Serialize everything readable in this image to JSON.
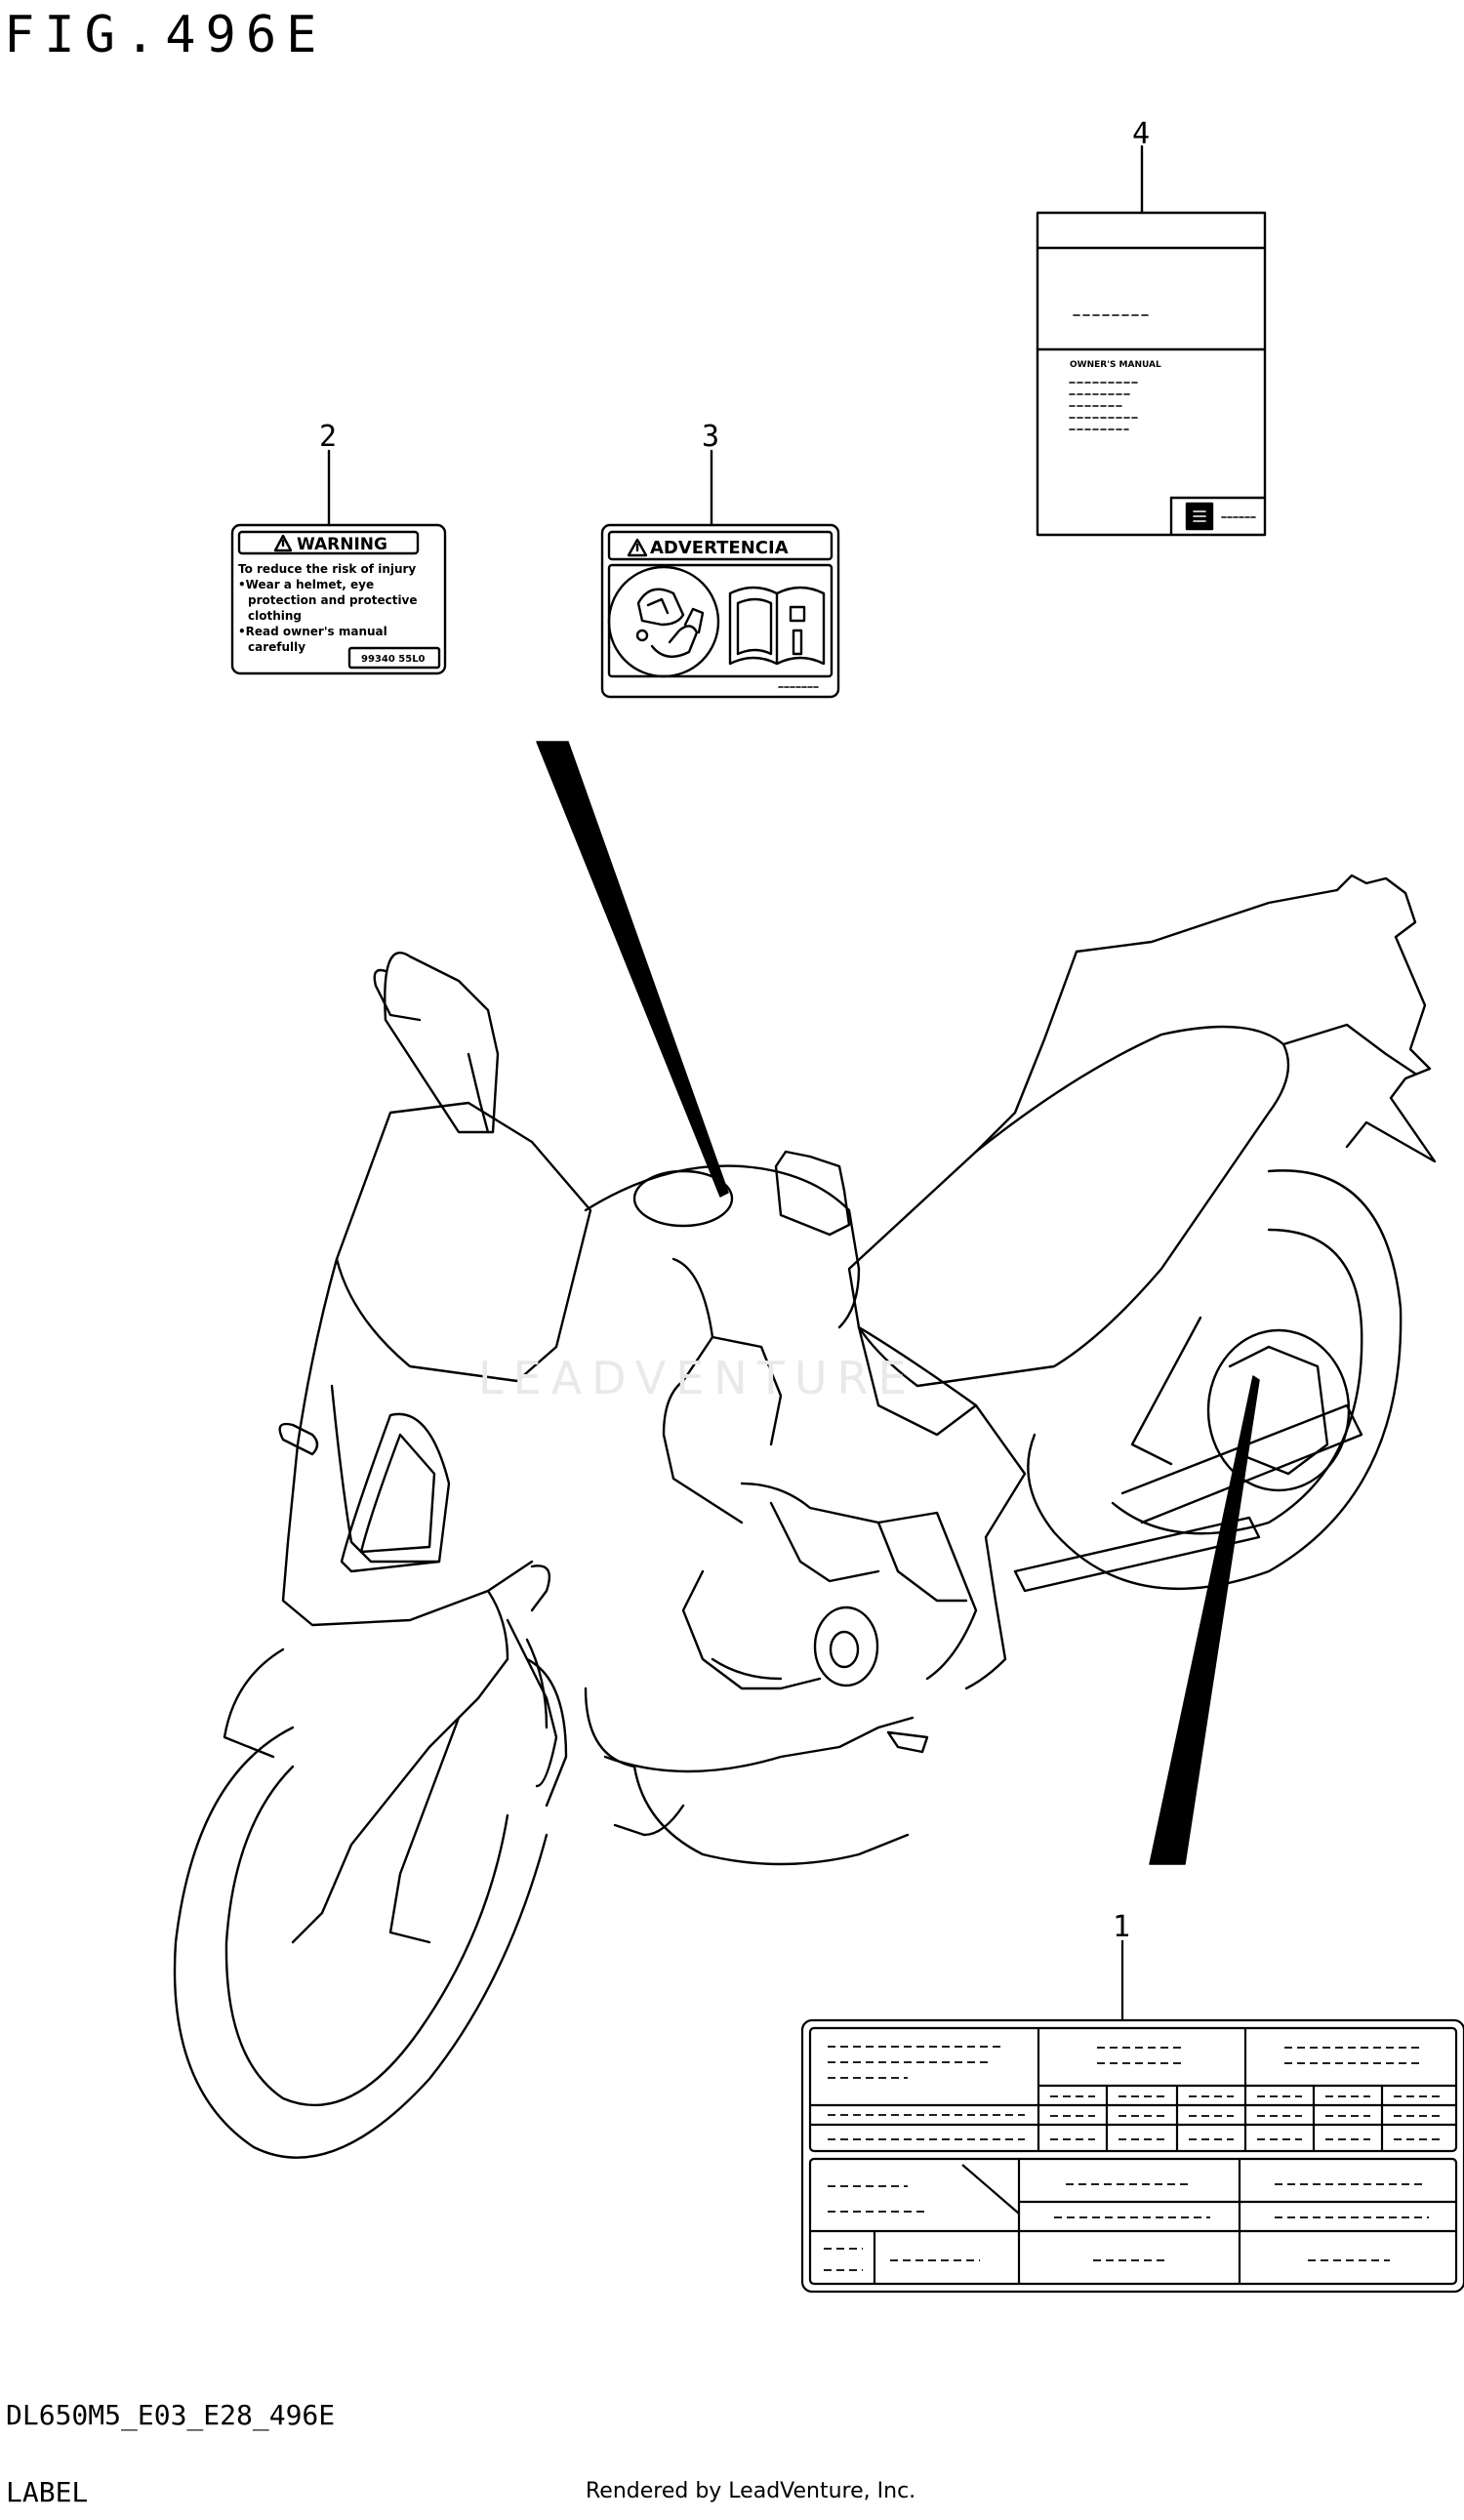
{
  "figure": {
    "title": "FIG.496E",
    "code": "DL650M5_E03_E28_496E",
    "section": "LABEL",
    "rendered_by": "Rendered by LeadVenture, Inc.",
    "watermark": "LEADVENTURE"
  },
  "callouts": {
    "c1": "1",
    "c2": "2",
    "c3": "3",
    "c4": "4"
  },
  "labels": {
    "warning": {
      "header": "WARNING",
      "lines": [
        "To reduce the risk of injury",
        "•Wear a helmet, eye",
        "protection and protective",
        "clothing",
        "•Read owner's manual",
        "carefully"
      ],
      "part_no": "99340 55L0"
    },
    "advertencia": {
      "header": "ADVERTENCIA"
    },
    "manual": {
      "title": "OWNER'S MANUAL"
    }
  }
}
